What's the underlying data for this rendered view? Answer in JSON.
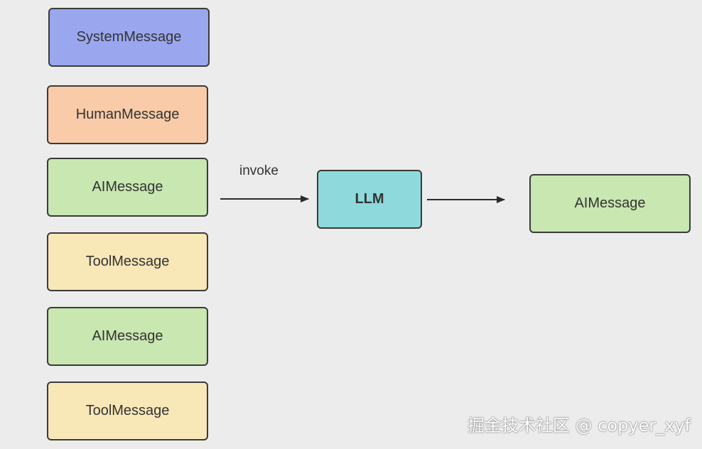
{
  "diagram": {
    "input_messages": [
      {
        "label": "SystemMessage",
        "color": "#9aa7ef"
      },
      {
        "label": "HumanMessage",
        "color": "#f9cba8"
      },
      {
        "label": "AIMessage",
        "color": "#c9e7b1"
      },
      {
        "label": "ToolMessage",
        "color": "#f8e7b7"
      },
      {
        "label": "AIMessage",
        "color": "#c9e7b1"
      },
      {
        "label": "ToolMessage",
        "color": "#f8e7b7"
      }
    ],
    "edge_label": "invoke",
    "model": {
      "label": "LLM",
      "color": "#8dd9db"
    },
    "output_message": {
      "label": "AIMessage",
      "color": "#c9e7b1"
    }
  },
  "watermark": "掘金技术社区 @ copyer_xyf"
}
